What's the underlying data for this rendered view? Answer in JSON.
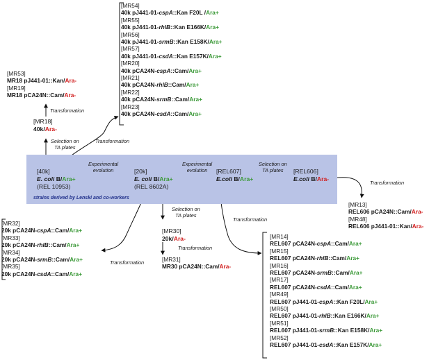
{
  "colors": {
    "band": "#b9c3e6",
    "ara_plus": "#3d9a3a",
    "ara_minus": "#d11f1f",
    "band_label": "#1f2f8a"
  },
  "band_label": "strains derived by Lenski and co-workers",
  "nodes": {
    "k40": {
      "id": "[40k]",
      "name": "E. coli",
      "b": " B/",
      "ara": "Ara+",
      "ref": "(REL 10953)"
    },
    "k20": {
      "id": "[20k]",
      "name": "E. coli",
      "b": " B/",
      "ara": "Ara+",
      "ref": "(REL 8602A)"
    },
    "rel607": {
      "id": "[REL607]",
      "name": "E.coli",
      "b": " B/",
      "ara": "Ara+"
    },
    "rel606": {
      "id": "[REL606]",
      "name": "E.coli",
      "b": " B/",
      "ara": "Ara-"
    },
    "mr18": {
      "id": "[MR18]",
      "pre": "40k/",
      "ara": "Ara-"
    },
    "mr30": {
      "id": "[MR30]",
      "pre": "20k/",
      "ara": "Ara-"
    }
  },
  "labels": {
    "exp_evo_1": "Experimental\nevolution",
    "exp_evo_2": "Experimental\nevolution",
    "sel_ta_1": "Selection on\nTA plates",
    "sel_ta_2": "Selection on\nTA plates",
    "sel_ta_3": "Selection on\nTA plates",
    "transformation": "Transformation"
  },
  "groups": {
    "g_40k_top": [
      {
        "id": "[MR54]",
        "pre": "40k pJ441-01-",
        "gene": "cspA",
        "mid": "::Kan F20L /",
        "ara": "Ara+"
      },
      {
        "id": "[MR55]",
        "pre": "40k pJ441-01-",
        "gene": "rhlB",
        "mid": "::Kan E166K/",
        "ara": "Ara+"
      },
      {
        "id": "[MR56]",
        "pre": "40k pJ441-01-",
        "gene": "srmB",
        "mid": "::Kan E158K/",
        "ara": "Ara+"
      },
      {
        "id": "[MR57]",
        "pre": "40k pJ441-01-",
        "gene": "csdA",
        "mid": "::Kan E157K/",
        "ara": "Ara+"
      },
      {
        "id": "[MR20]",
        "pre": "40k pCA24N-",
        "gene": "cspA",
        "mid": "::Cam/",
        "ara": "Ara+"
      },
      {
        "id": "[MR21]",
        "pre": "40k pCA24N-",
        "gene": "rhlB",
        "mid": "::Cam/",
        "ara": "Ara+"
      },
      {
        "id": "[MR22]",
        "pre": "40k pCA24N-",
        "gene": "srmB",
        "mid": "::Cam/",
        "ara": "Ara+"
      },
      {
        "id": "[MR23]",
        "pre": "40k pCA24N-",
        "gene": "csdA",
        "mid": "::Cam/",
        "ara": "Ara+"
      }
    ],
    "g_mr18": [
      {
        "id": "[MR53]",
        "pre": "MR18 pJ441-01::Kan/",
        "gene": "",
        "mid": "",
        "ara": "Ara-"
      },
      {
        "id": "[MR19]",
        "pre": "MR18 pCA24N::Cam/",
        "gene": "",
        "mid": "",
        "ara": "Ara-"
      }
    ],
    "g_20k": [
      {
        "id": "[MR32]",
        "pre": "20k pCA24N-",
        "gene": "cspA",
        "mid": "::Cam/",
        "ara": "Ara+"
      },
      {
        "id": "[MR33]",
        "pre": "20k pCA24N-",
        "gene": "rhlB",
        "mid": "::Cam/",
        "ara": "Ara+"
      },
      {
        "id": "[MR34]",
        "pre": "20k pCA24N-",
        "gene": "srmB",
        "mid": "::Cam/",
        "ara": "Ara+"
      },
      {
        "id": "[MR35]",
        "pre": "20k pCA24N-",
        "gene": "csdA",
        "mid": "::Cam/",
        "ara": "Ara+"
      }
    ],
    "g_mr31": [
      {
        "id": "[MR31]",
        "pre": "MR30 pCA24N::Cam/",
        "gene": "",
        "mid": "",
        "ara": "Ara-"
      }
    ],
    "g_rel606": [
      {
        "id": "[MR13]",
        "pre": "REL606 pCA24N::Cam/",
        "gene": "",
        "mid": "",
        "ara": "Ara-"
      },
      {
        "id": "[MR48]",
        "pre": "REL606 pJ441-01::Kan/",
        "gene": "",
        "mid": "",
        "ara": "Ara-"
      }
    ],
    "g_rel607": [
      {
        "id": "[MR14]",
        "pre": "REL607 pCA24N-",
        "gene": "cspA",
        "mid": "::Cam/",
        "ara": "Ara+"
      },
      {
        "id": "[MR15]",
        "pre": "REL607 pCA24N-",
        "gene": "rhlB",
        "mid": "::Cam/",
        "ara": "Ara+"
      },
      {
        "id": "[MR16]",
        "pre": "REL607 pCA24N-",
        "gene": "srmB",
        "mid": "::Cam/",
        "ara": "Ara+"
      },
      {
        "id": "[MR17]",
        "pre": "REL607 pCA24N-",
        "gene": "csdA",
        "mid": "::Cam/",
        "ara": "Ara+"
      },
      {
        "id": "[MR49]",
        "pre": "REL607 pJ441-01-",
        "gene": "cspA",
        "mid": "::Kan F20L/",
        "ara": "Ara+"
      },
      {
        "id": "[MR50]",
        "pre": "REL607 pJ441-01-",
        "gene": "rhlB",
        "mid": "::Kan E166K/",
        "ara": "Ara+"
      },
      {
        "id": "[MR51]",
        "pre": "REL607 pJ441-01-",
        "gene": "srmB",
        "mid": "::Kan E158K/",
        "ara": "Ara+"
      },
      {
        "id": "[MR52]",
        "pre": "REL607 pJ441-01-",
        "gene": "csdA",
        "mid": "::Kan E157K/",
        "ara": "Ara+"
      }
    ]
  }
}
